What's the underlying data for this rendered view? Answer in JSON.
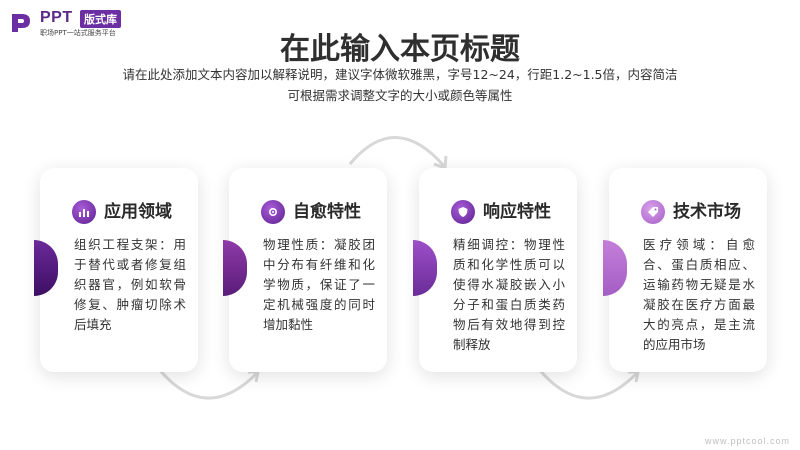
{
  "logo": {
    "brand": "PPT",
    "badge": "版式库",
    "tagline": "职场PPT一站式服务平台"
  },
  "header": {
    "title": "在此输入本页标题",
    "subtitle_line1": "请在此处添加文本内容加以解释说明，建议字体微软雅黑，字号12~24，行距1.2~1.5倍，内容简洁",
    "subtitle_line2": "可根据需求调整文字的大小或颜色等属性"
  },
  "cards": [
    {
      "icon": "chart-icon",
      "title": "应用领域",
      "body": "组织工程支架：用于替代或者修复组织器官，例如软骨修复、肿瘤切除术后填充"
    },
    {
      "icon": "gear-icon",
      "title": "自愈特性",
      "body": "物理性质：凝胶团中分布有纤维和化学物质，保证了一定机械强度的同时增加黏性"
    },
    {
      "icon": "shield-icon",
      "title": "响应特性",
      "body": "精细调控：物理性质和化学性质可以使得水凝胶嵌入小分子和蛋白质类药物后有效地得到控制释放"
    },
    {
      "icon": "tag-icon",
      "title": "技术市场",
      "body": "医疗领域：自愈合、蛋白质相应、运输药物无疑是水凝胶在医疗方面最大的亮点，是主流的应用市场"
    }
  ],
  "footer": {
    "url": "www.pptcool.com"
  },
  "colors": {
    "accent": "#6b2fa3",
    "arc": "#d8d8d8"
  }
}
